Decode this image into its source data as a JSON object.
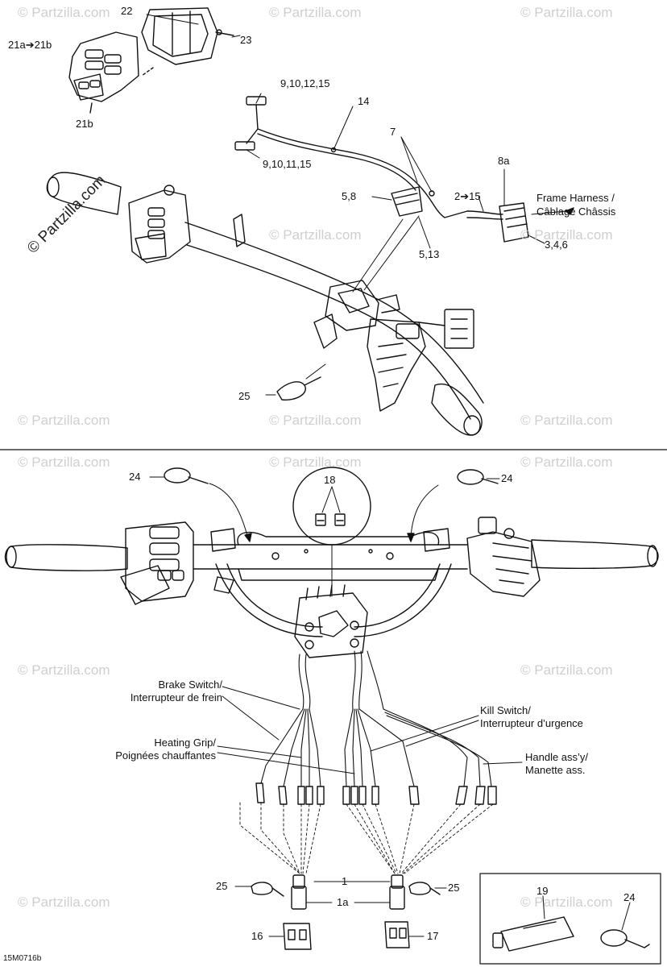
{
  "watermarks": {
    "brand": "© Partzilla.com",
    "main": "© Partzilla.com"
  },
  "diagram_code": "15M0716b",
  "labels": {
    "l22": "22",
    "l23": "23",
    "l21a": "21a➔21b",
    "l21b": "21b",
    "l9a": "9,10,12,15",
    "l14": "14",
    "l7": "7",
    "l9b": "9,10,11,15",
    "l8a": "8a",
    "l58": "5,8",
    "l215": "2➔15",
    "frame1": "Frame Harness /",
    "frame2": "Câblage Châssis",
    "l513": "5,13",
    "l346": "3,4,6",
    "l25top": "25",
    "l24l": "24",
    "l24r": "24",
    "l18": "18",
    "brake1": "Brake Switch/",
    "brake2": "Interrupteur de frein",
    "kill1": "Kill Switch/",
    "kill2": "Interrupteur d’urgence",
    "heat1": "Heating Grip/",
    "heat2": "Poignées chauffantes",
    "handle1": "Handle ass’y/",
    "handle2": "Manette ass.",
    "l1": "1",
    "l1a": "1a",
    "l25bl": "25",
    "l25br": "25",
    "l16": "16",
    "l17": "17",
    "l19": "19",
    "l24box": "24"
  }
}
